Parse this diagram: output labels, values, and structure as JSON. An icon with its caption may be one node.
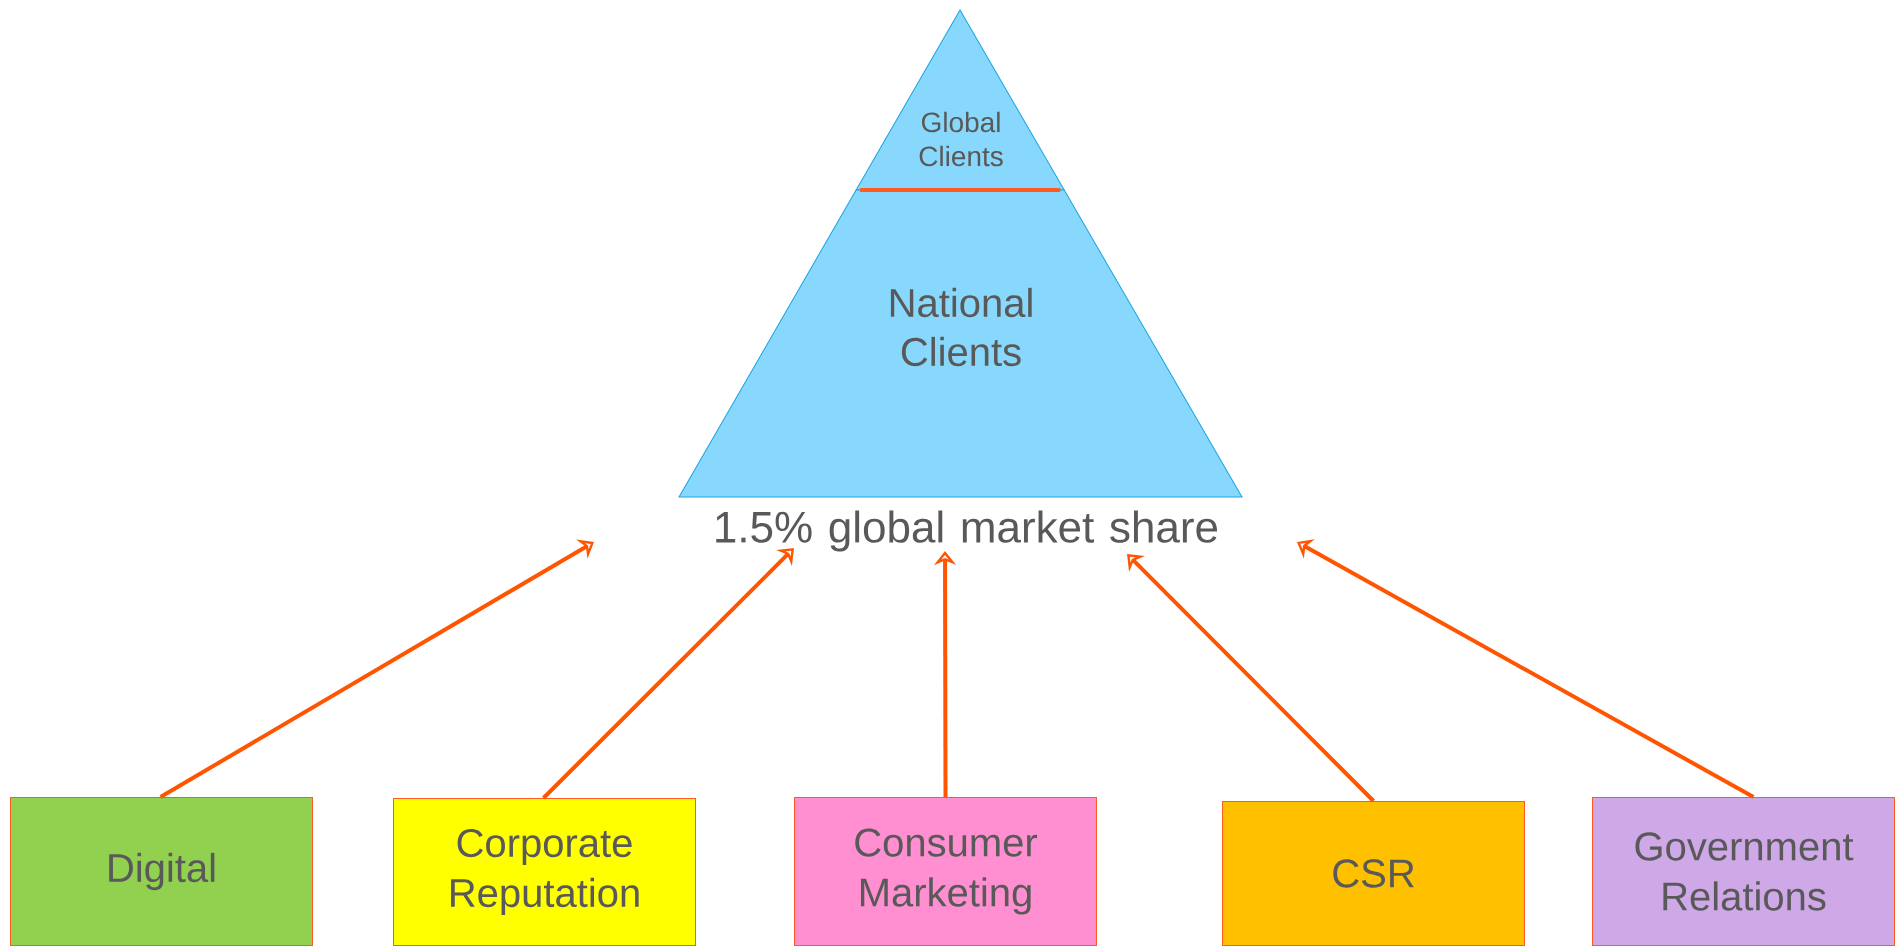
{
  "diagram": {
    "nodes": [
      {
        "text": [
          "Global Clients"
        ]
      },
      {
        "text": [
          "National Clients"
        ]
      },
      {
        "text": [
          "1.5% global market share"
        ]
      },
      {
        "text": [
          "Digital"
        ]
      },
      {
        "text": [
          "Corporate Reputation"
        ]
      },
      {
        "text": [
          "Consumer Marketing"
        ]
      },
      {
        "text": [
          "CSR"
        ]
      },
      {
        "text": [
          "Government Relations"
        ]
      }
    ],
    "edges": [
      {
        "from": 3,
        "to": 2,
        "arrow": "to"
      },
      {
        "from": 4,
        "to": 2,
        "arrow": "to"
      },
      {
        "from": 5,
        "to": 2,
        "arrow": "to"
      },
      {
        "from": 6,
        "to": 2,
        "arrow": "to"
      },
      {
        "from": 7,
        "to": 2,
        "arrow": "to"
      }
    ]
  }
}
